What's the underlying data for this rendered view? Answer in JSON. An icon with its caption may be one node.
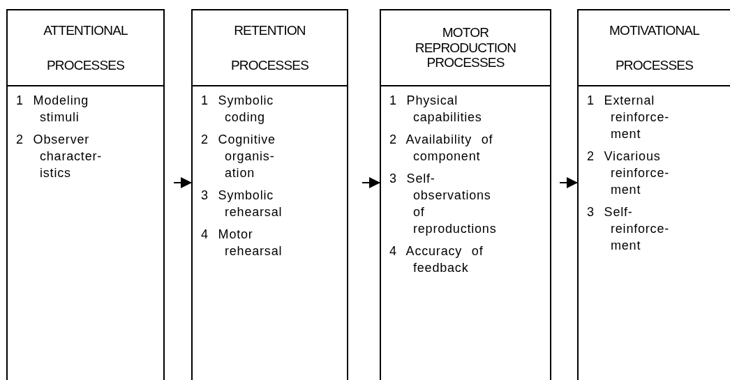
{
  "diagram": {
    "nodes": [
      {
        "text": [
          "ATTENTIONAL PROCESSES",
          "1 Modeling stimuli",
          "2 Observer character- istics"
        ]
      },
      {
        "text": [
          "RETENTION PROCESSES",
          "1 Symbolic coding",
          "2 Cognitive organis- ation",
          "3 Symbolic rehearsal",
          "4 Motor rehearsal"
        ]
      },
      {
        "text": [
          "MOTOR REPRODUCTION PROCESSES",
          "1 Physical capabilities",
          "2 Availability of component",
          "3 Self- observations of reproductions",
          "4 Accuracy of feedback"
        ]
      },
      {
        "text": [
          "MOTIVATIONAL PROCESSES",
          "1 External reinforce- ment",
          "2 Vicarious reinforce- ment",
          "3 Self- reinforce- ment"
        ]
      }
    ],
    "edges": [
      {
        "from": 0,
        "to": 1,
        "arrow": "to"
      },
      {
        "from": 1,
        "to": 2,
        "arrow": "to"
      },
      {
        "from": 2,
        "to": 3,
        "arrow": "to"
      }
    ]
  }
}
